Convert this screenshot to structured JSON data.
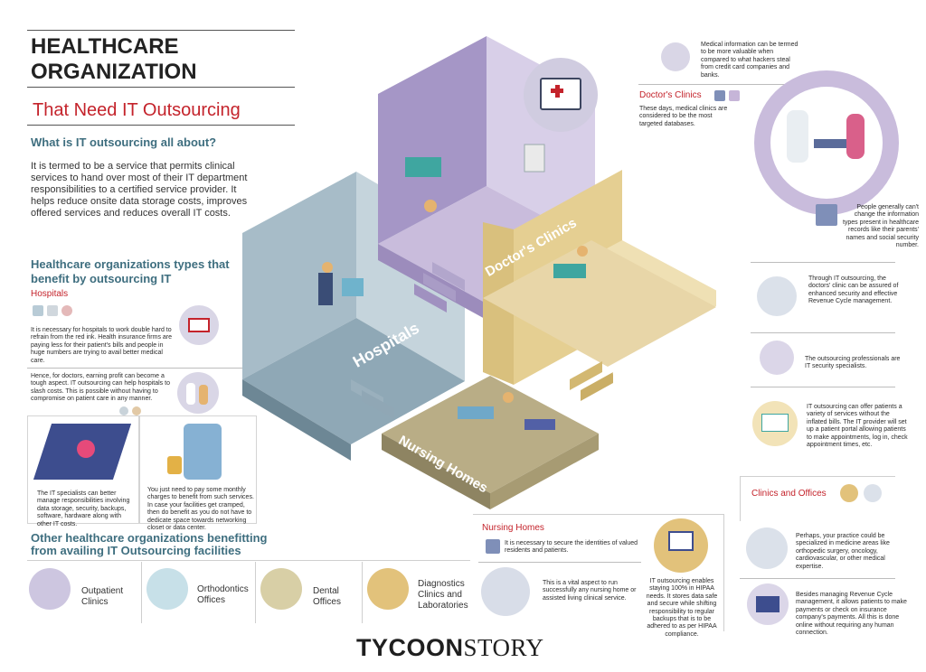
{
  "header": {
    "title_line1": "HEALTHCARE",
    "title_line2": "ORGANIZATION",
    "subtitle": "That Need IT Outsourcing"
  },
  "intro": {
    "heading": "What is IT outsourcing all about?",
    "body": "It is termed to be a service that permits clinical services to hand over most of their IT department responsibilities to a certified service provider. It helps reduce onsite data storage costs, improves offered services and reduces overall IT costs."
  },
  "types": {
    "heading": "Healthcare organizations types that benefit by outsourcing IT",
    "hospitals_label": "Hospitals",
    "hospitals_p1": "It is necessary for hospitals to work double hard to refrain from the red ink. Health insurance firms are paying less for their patient's bills and people in huge numbers are trying to avail better medical care.",
    "hospitals_p2": "Hence, for doctors, earning profit can become a tough aspect. IT outsourcing can help hospitals to slash costs. This is possible without having to compromise on patient care in any manner.",
    "it_specialists": "The IT specialists can better manage responsibilities involving data storage, security, backups, software, hardware along with other IT costs.",
    "monthly_charges": "You just need to pay some monthly charges to benefit from such services. In case your facilities get cramped, then do benefit as you do not have to dedicate space towards networking closet or data center."
  },
  "other": {
    "heading": "Other healthcare organizations benefitting from availing IT Outsourcing facilities",
    "items": [
      {
        "label": "Outpatient Clinics"
      },
      {
        "label": "Orthodontics Offices"
      },
      {
        "label": "Dental Offices"
      },
      {
        "label": "Diagnostics Clinics and Laboratories"
      }
    ]
  },
  "iso": {
    "hospitals": "Hospitals",
    "doctors": "Doctor's Clinics",
    "clinics": "Clinics and Offices",
    "nursing": "Nursing Homes"
  },
  "right": {
    "medical_info": "Medical information can be termed to be more valuable when compared to what hackers steal from credit card companies and banks.",
    "doctors_label": "Doctor's Clinics",
    "doctors_text": "These days, medical clinics are considered to be the most targeted databases.",
    "people_text": "People generally can't change the information types present in healthcare records like their parents' names and social security number.",
    "through_text": "Through IT outsourcing, the doctors' clinic can be assured of enhanced security and effective Revenue Cycle management.",
    "professionals_text": "The outsourcing professionals are IT security specialists.",
    "portal_text": "IT outsourcing can offer patients a variety of services without the inflated bills. The IT provider will set up a patient portal allowing patients to make appointments, log in, check appointment times, etc.",
    "clinics_label": "Clinics and Offices",
    "perhaps_text": "Perhaps, your practice could be specialized in medicine areas like orthopedic surgery, oncology, cardiovascular, or other medical expertise.",
    "besides_text": "Besides managing Revenue Cycle management, it allows patients to make payments or check on insurance company's payments. All this is done online without requiring any human connection."
  },
  "nursing": {
    "label": "Nursing Homes",
    "p1": "It is necessary to secure the identities of valued residents and patients.",
    "p2": "This is a vital aspect to run successfully any nursing home or assisted living clinical service.",
    "p3": "IT outsourcing enables staying 100% in HIPAA needs. It stores data safe and secure while shifting responsibility to regular backups that is to be adhered to as per HIPAA compliance."
  },
  "brand": {
    "part1": "TYCOON",
    "part2": "STORY"
  },
  "colors": {
    "teal": "#3e6e7f",
    "red": "#c4232b",
    "lavender": "#c9bcdc",
    "sand": "#e8d6a8",
    "slate": "#8fa8b6",
    "olive": "#b9ad86"
  }
}
